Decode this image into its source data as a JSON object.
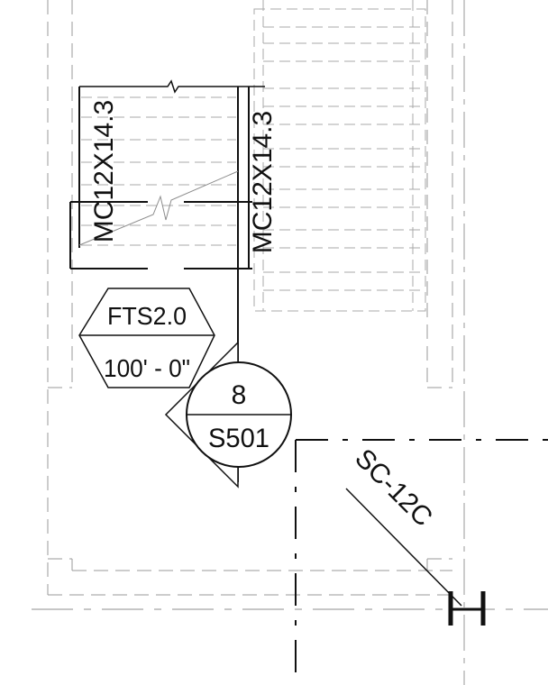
{
  "drawing": {
    "beam_label_left": "MC12X14.3",
    "beam_label_right": "MC12X14.3",
    "elevation_tag": {
      "name": "FTS2.0",
      "elevation": "100' - 0\""
    },
    "section_callout": {
      "number": "8",
      "sheet": "S501"
    },
    "column_tag": "SC-12C"
  }
}
